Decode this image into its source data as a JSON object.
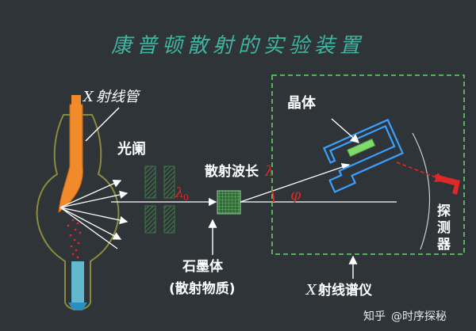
{
  "title": "康普顿散射的实验装置",
  "labels": {
    "xray_tube_prefix": "X",
    "xray_tube": "射线管",
    "aperture": "光阑",
    "lambda0_symbol": "λ",
    "lambda0_subscript": "0",
    "scattered_wavelength": "散射波长",
    "lambda_symbol": "λ",
    "phi_symbol": "φ",
    "crystal": "晶体",
    "detector_chars": [
      "探",
      "测",
      "器"
    ],
    "graphite_line1": "石墨体",
    "graphite_line2": "(散射物质)",
    "spectrometer_prefix": "X",
    "spectrometer": "射线谱仪"
  },
  "watermark": {
    "site": "知乎",
    "account": "@时序探秘"
  },
  "colors": {
    "background": "#2f3438",
    "title": "#3fb5a0",
    "label": "#ffffff",
    "tube": "#f08a2b",
    "tube_glass": "#8a8b3c",
    "dashed_box": "#5fc05f",
    "block": "#3d7a45",
    "accent": "#e02828",
    "crystal_frame": "#3aa0ff",
    "crystal": "#7ddc6a"
  }
}
